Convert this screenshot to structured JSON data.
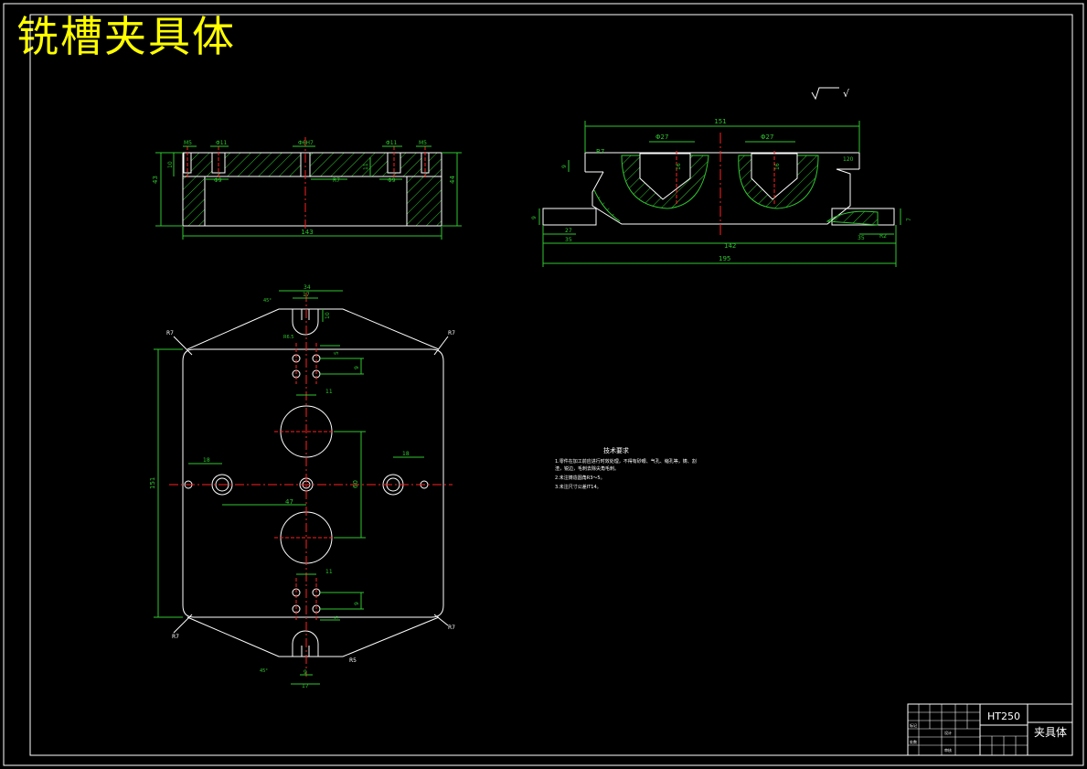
{
  "title": "铣槽夹具体",
  "roughness_symbol": "√",
  "front_view": {
    "dims": {
      "overall_len": "143",
      "height_left": "43",
      "height_right": "44",
      "left_small": "M5",
      "right_small": "M5",
      "hole_left": "Φ11",
      "hole_right": "Φ11",
      "center_hole": "Φ6H7",
      "cbore_left": "Φ9",
      "cbore_right": "Φ9",
      "center_depth": "R7",
      "step_h": "11",
      "top_t": "10"
    }
  },
  "side_view": {
    "dims": {
      "overall_top": "151",
      "radius_left": "R7",
      "hole_left": "Φ27",
      "hole_right": "Φ27",
      "depth_left": "16",
      "depth_right": "16",
      "left_h": "9",
      "left_foot": "9",
      "foot_a": "27",
      "foot_b": "35",
      "inner_len": "142",
      "overall_len": "195",
      "right_foot": "35",
      "right_h": "7",
      "right_r": "R2",
      "top_r": "120"
    }
  },
  "plan_view": {
    "dims": {
      "slot_w_top": "34",
      "slot_inner_top": "17",
      "slot_depth_top": "10",
      "r_tl": "R7",
      "r_tr": "R7",
      "r_br": "R7",
      "r_bl": "R7",
      "hole_spacing_top": "5",
      "hole_pitch_top": "9",
      "hole_w_top": "11",
      "left_off": "18",
      "right_off": "18",
      "center_dist": "47",
      "bore_dist": "60",
      "height": "151",
      "hole_w_bot": "11",
      "hole_pitch_bot": "9",
      "hole_spacing_bot": "5",
      "slot_w_bot": "17",
      "slot_inner_bot": "9",
      "r5": "R5",
      "r65": "R6.5",
      "ch_tl": "45°",
      "ch_bl": "45°"
    }
  },
  "notes": {
    "heading": "技术要求",
    "lines": [
      "1.零件在加工前应进行时效处理，不得有砂眼、气孔、缩孔等，铸、割",
      "  渣，锐边，毛刺去除尖角毛刺。",
      "2.未注铸造圆角R3～5。",
      "3.未注尺寸公差IT14。"
    ]
  },
  "title_block": {
    "material": "HT250",
    "part_name": "夹具体",
    "small_a": "标记",
    "small_b": "处数",
    "small_c": "设计",
    "small_d": "审核"
  }
}
